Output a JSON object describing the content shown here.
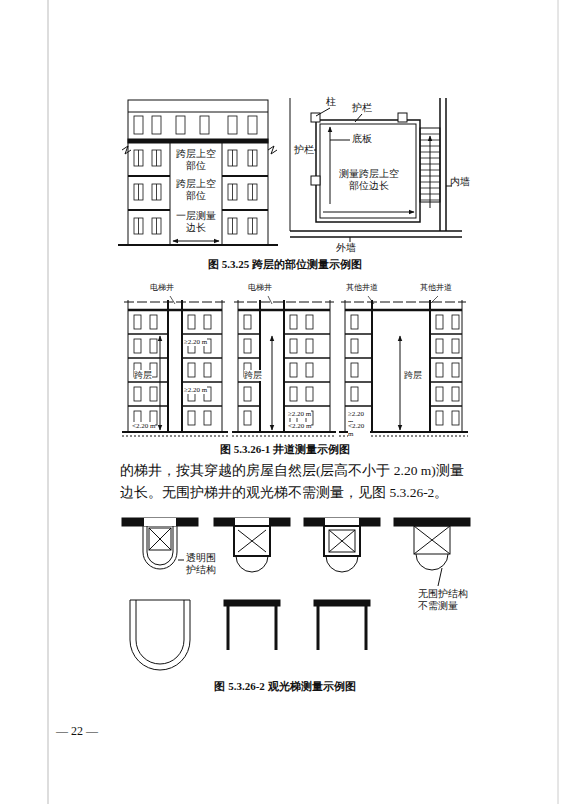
{
  "diagram": {
    "labels": [
      "跨层上空部位",
      "跨层上空部位",
      "一层测量边长",
      "柱",
      "护栏",
      "护栏",
      "底板",
      "测量跨层上空部位边长",
      "内墙",
      "外墙",
      "图 5.3.25  跨层的部位测量示例图",
      "电梯井",
      "电梯井",
      "其他井道",
      "其他井道",
      "跨层",
      "跨层",
      "跨层",
      "≥2.20 m",
      "≥2.20 m",
      "<2.20 m",
      "≥2.20 m",
      "<2.20 m",
      "≥2.20 m",
      "<2.20 m",
      "图 5.3.26-1  井道测量示例图",
      "的梯井，按其穿越的房屋自然层(层高不小于 2.20 m)测量边长。无围护梯井的观光梯不需测量，见图 5.3.26-2。",
      "透明围护结构",
      "无围护结构不需测量",
      "图 5.3.26-2  观光梯测量示例图",
      "— 22 —"
    ]
  }
}
